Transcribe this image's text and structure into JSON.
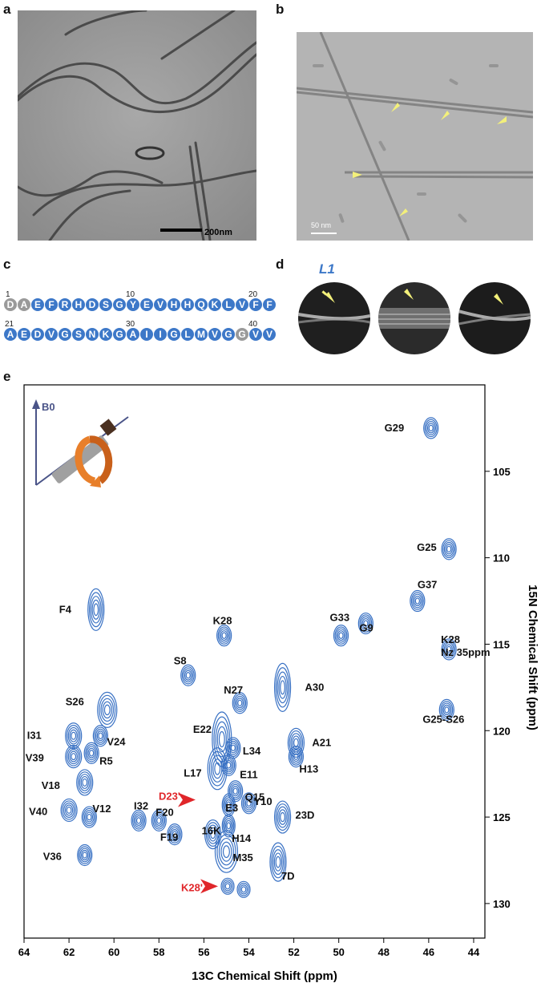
{
  "panels": {
    "a": {
      "letter": "a",
      "scale_bar": "200nm"
    },
    "b": {
      "letter": "b",
      "scale_bar": "50 nm"
    },
    "c": {
      "letter": "c",
      "row1_start": "1",
      "row1_mid": "10",
      "row1_end": "20",
      "row2_start": "21",
      "row2_mid": "30",
      "row2_end": "40",
      "row1": [
        {
          "aa": "D",
          "gray": true
        },
        {
          "aa": "A",
          "gray": true
        },
        {
          "aa": "E"
        },
        {
          "aa": "F"
        },
        {
          "aa": "R"
        },
        {
          "aa": "H"
        },
        {
          "aa": "D"
        },
        {
          "aa": "S"
        },
        {
          "aa": "G"
        },
        {
          "aa": "Y"
        },
        {
          "aa": "E"
        },
        {
          "aa": "V"
        },
        {
          "aa": "H"
        },
        {
          "aa": "H"
        },
        {
          "aa": "Q"
        },
        {
          "aa": "K"
        },
        {
          "aa": "L"
        },
        {
          "aa": "V"
        },
        {
          "aa": "F"
        },
        {
          "aa": "F"
        }
      ],
      "row2": [
        {
          "aa": "A"
        },
        {
          "aa": "E"
        },
        {
          "aa": "D"
        },
        {
          "aa": "V"
        },
        {
          "aa": "G"
        },
        {
          "aa": "S"
        },
        {
          "aa": "N"
        },
        {
          "aa": "K"
        },
        {
          "aa": "G"
        },
        {
          "aa": "A"
        },
        {
          "aa": "I"
        },
        {
          "aa": "I"
        },
        {
          "aa": "G"
        },
        {
          "aa": "L"
        },
        {
          "aa": "M"
        },
        {
          "aa": "V"
        },
        {
          "aa": "G"
        },
        {
          "aa": "G",
          "gray": true
        },
        {
          "aa": "V"
        },
        {
          "aa": "V"
        }
      ]
    },
    "d": {
      "letter": "d",
      "label": "L1"
    },
    "e": {
      "letter": "e",
      "b0_label": "B0"
    }
  },
  "colors": {
    "residue_blue": "#3d78c8",
    "residue_gray": "#9a9a9a",
    "contour": "#3a72c4",
    "annotation_red": "#e0262a",
    "arrow_yellow": "#f3f07a"
  },
  "chart_data": {
    "type": "scatter",
    "subtype": "2D NCA contour spectrum",
    "xlabel": "13C Chemical Shift (ppm)",
    "ylabel": "15N Chemical Shift (ppm)",
    "xlim": [
      64,
      43.5
    ],
    "ylim": [
      132,
      100
    ],
    "x_ticks": [
      64,
      62,
      60,
      58,
      56,
      54,
      52,
      50,
      48,
      46,
      44
    ],
    "y_ticks": [
      105,
      110,
      115,
      120,
      125,
      130
    ],
    "peaks": [
      {
        "label": "G29",
        "x": 45.9,
        "y": 102.5
      },
      {
        "label": "G25",
        "x": 45.1,
        "y": 109.5
      },
      {
        "label": "G37",
        "x": 46.5,
        "y": 112.5
      },
      {
        "label": "F4",
        "x": 60.8,
        "y": 113.0
      },
      {
        "label": "K28",
        "x": 55.1,
        "y": 114.5
      },
      {
        "label": "G33",
        "x": 49.9,
        "y": 114.5
      },
      {
        "label": "G9",
        "x": 48.8,
        "y": 113.8
      },
      {
        "label": "K28 Nz 35ppm",
        "x": 45.1,
        "y": 115.3
      },
      {
        "label": "S8",
        "x": 56.7,
        "y": 116.8
      },
      {
        "label": "N27",
        "x": 54.4,
        "y": 118.4
      },
      {
        "label": "A30",
        "x": 52.5,
        "y": 117.5
      },
      {
        "label": "S26",
        "x": 60.3,
        "y": 118.8
      },
      {
        "label": "G25-S26",
        "x": 45.2,
        "y": 118.8
      },
      {
        "label": "I31",
        "x": 61.8,
        "y": 120.3
      },
      {
        "label": "V24",
        "x": 60.6,
        "y": 120.3
      },
      {
        "label": "E22",
        "x": 55.2,
        "y": 120.5
      },
      {
        "label": "L34",
        "x": 54.7,
        "y": 121.0
      },
      {
        "label": "A21",
        "x": 51.9,
        "y": 120.7
      },
      {
        "label": "V39",
        "x": 61.8,
        "y": 121.5
      },
      {
        "label": "R5",
        "x": 61.0,
        "y": 121.3
      },
      {
        "label": "E11",
        "x": 54.9,
        "y": 122.0
      },
      {
        "label": "L17",
        "x": 55.4,
        "y": 122.2
      },
      {
        "label": "H13",
        "x": 51.9,
        "y": 121.5
      },
      {
        "label": "V18",
        "x": 61.3,
        "y": 123.0
      },
      {
        "label": "Q15",
        "x": 54.6,
        "y": 123.5
      },
      {
        "label": "D23'",
        "x": 56.3,
        "y": 124.0
      },
      {
        "label": "E3",
        "x": 54.9,
        "y": 124.3
      },
      {
        "label": "Y10",
        "x": 54.0,
        "y": 124.2
      },
      {
        "label": "I32",
        "x": 58.9,
        "y": 125.2
      },
      {
        "label": "V12",
        "x": 61.1,
        "y": 125.0
      },
      {
        "label": "V40",
        "x": 62.0,
        "y": 124.6
      },
      {
        "label": "F20",
        "x": 58.0,
        "y": 125.2
      },
      {
        "label": "23D",
        "x": 52.5,
        "y": 125.0
      },
      {
        "label": "F19",
        "x": 57.3,
        "y": 126.0
      },
      {
        "label": "16K",
        "x": 55.6,
        "y": 126.0
      },
      {
        "label": "H14",
        "x": 54.9,
        "y": 125.5
      },
      {
        "label": "V36",
        "x": 61.3,
        "y": 127.2
      },
      {
        "label": "M35",
        "x": 55.0,
        "y": 127.0
      },
      {
        "label": "7D",
        "x": 52.7,
        "y": 127.6
      },
      {
        "label": "K28'",
        "x": 55.3,
        "y": 129.0
      }
    ],
    "annotations_red": [
      "D23'",
      "K28'"
    ]
  }
}
